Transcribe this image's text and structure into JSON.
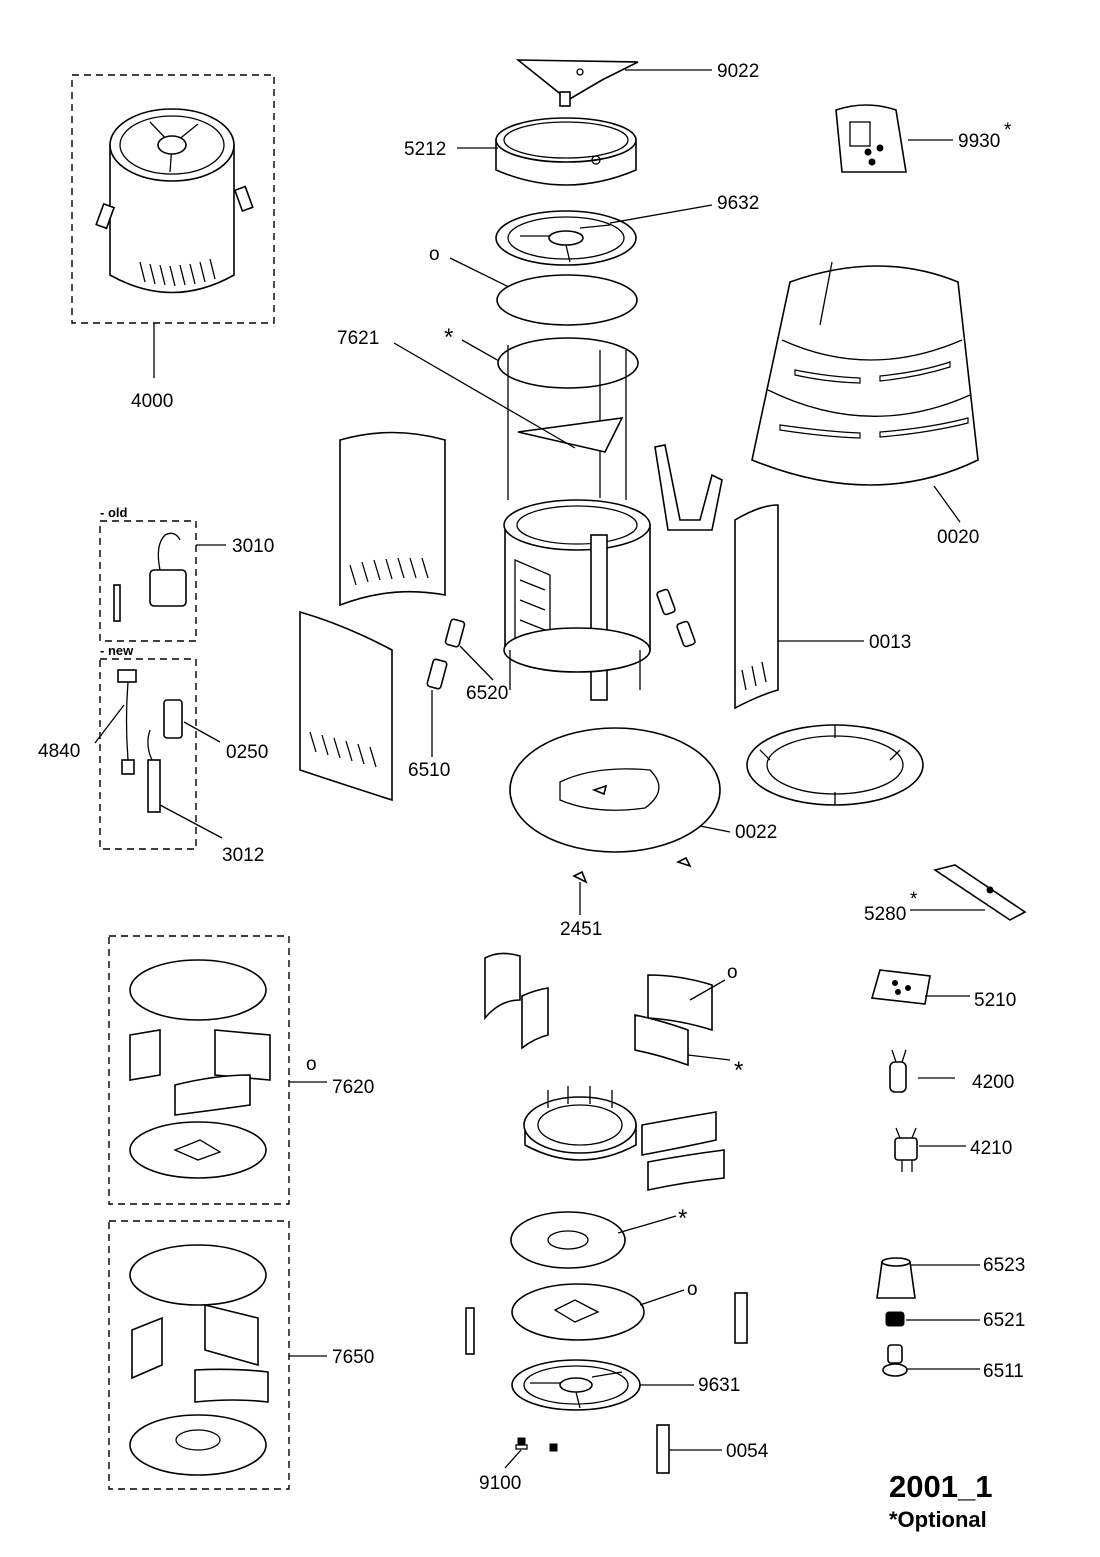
{
  "diagram": {
    "labels": {
      "p9022": "9022",
      "p5212": "5212",
      "p9632": "9632",
      "p9930": "9930",
      "p9930_star": "*",
      "p4000": "4000",
      "p7621": "7621",
      "p0020": "0020",
      "p3010": "3010",
      "p0013": "0013",
      "p6520": "6520",
      "p4840": "4840",
      "p0250": "0250",
      "p6510": "6510",
      "p0022": "0022",
      "p3012": "3012",
      "p2451": "2451",
      "p5280": "5280",
      "p5280_star": "*",
      "p5210": "5210",
      "p7620": "7620",
      "p4200": "4200",
      "p4210": "4210",
      "p6523": "6523",
      "p6521": "6521",
      "p7650": "7650",
      "p6511": "6511",
      "p9631": "9631",
      "p0054": "0054",
      "p9100": "9100"
    },
    "groups": {
      "old": "- old",
      "new": "- new"
    },
    "markers": {
      "circle": "o",
      "star": "*"
    },
    "footer": {
      "code": "2001_1",
      "note": "*Optional"
    }
  }
}
